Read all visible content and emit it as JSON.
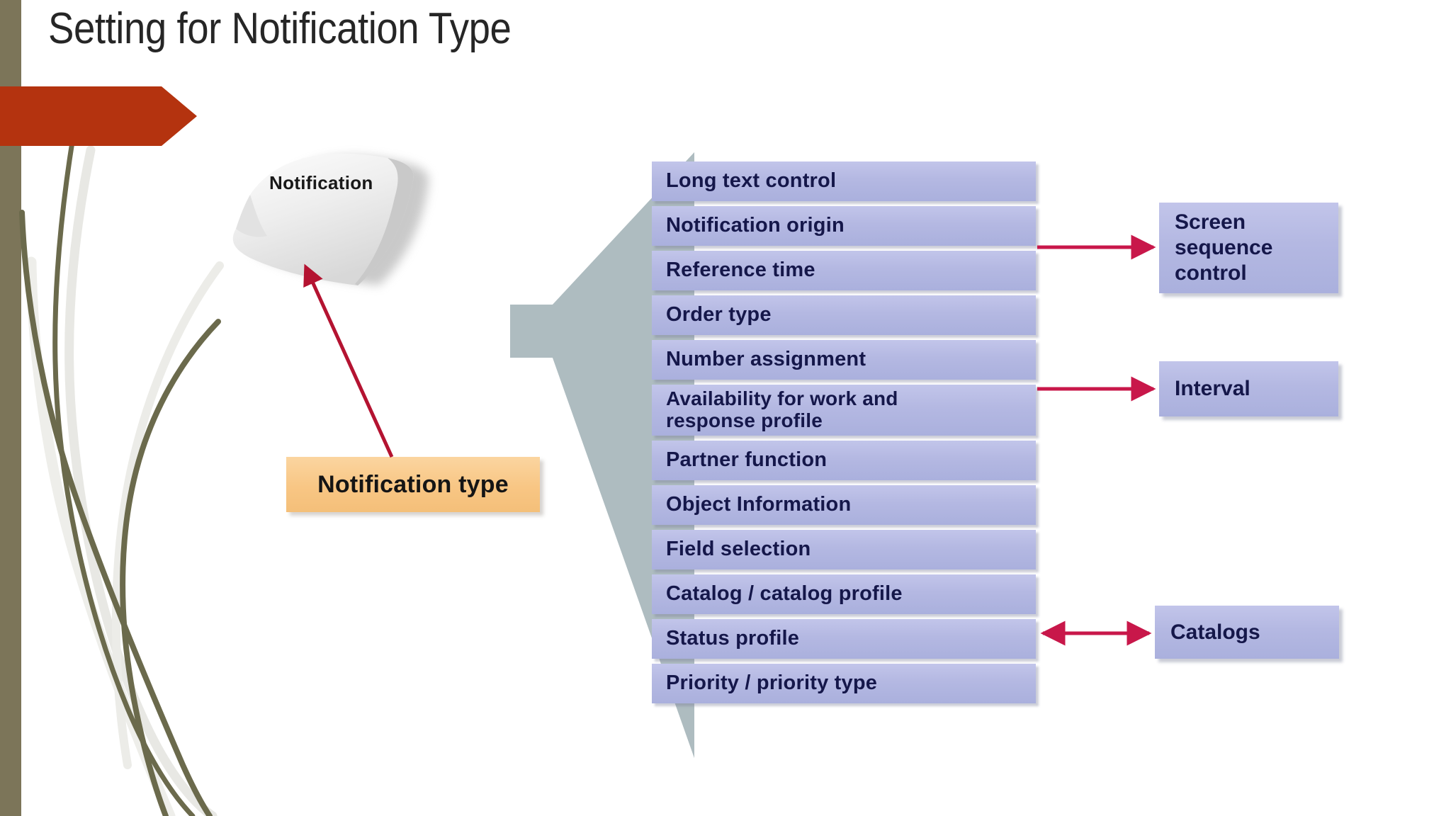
{
  "slide": {
    "title": "Setting for Notification Type",
    "background_color": "#ffffff"
  },
  "decor": {
    "left_bar_color": "#7c7559",
    "banner_color": "#b4330f",
    "banner_name": "red-chevron-banner",
    "grass_dark_color": "#6b6a4c",
    "grass_light_color": "#e6e6e2"
  },
  "diagram": {
    "source_node": {
      "label": "Notification",
      "shape": "paper-sheet"
    },
    "key_node": {
      "label": "Notification type",
      "fill": "#f8c684",
      "text_color": "#151515"
    },
    "chevron": {
      "fill": "#aebcc0",
      "name": "grey-chevron-arrow"
    },
    "settings_color": "#b4b8e2",
    "settings_text_color": "#15174a",
    "settings": [
      {
        "label": "Long text control",
        "lines": 1
      },
      {
        "label": "Notification origin",
        "lines": 1
      },
      {
        "label": "Reference time",
        "lines": 1
      },
      {
        "label": "Order type",
        "lines": 1
      },
      {
        "label": "Number assignment",
        "lines": 1
      },
      {
        "label": "Availability for work and\nresponse profile",
        "lines": 2
      },
      {
        "label": "Partner function",
        "lines": 1
      },
      {
        "label": "Object Information",
        "lines": 1
      },
      {
        "label": "Field selection",
        "lines": 1
      },
      {
        "label": "Catalog / catalog profile",
        "lines": 1
      },
      {
        "label": "Status profile",
        "lines": 1
      },
      {
        "label": "Priority / priority type",
        "lines": 1
      }
    ],
    "targets": [
      {
        "label": "Screen\nsequence\ncontrol",
        "from": "Notification origin",
        "arrow": "single-right"
      },
      {
        "label": "Interval",
        "from": "Number assignment",
        "arrow": "single-right"
      },
      {
        "label": "Catalogs",
        "from": "Catalog / catalog profile",
        "arrow": "double"
      }
    ],
    "arrow_color": "#c8174a",
    "pointer_arrow_color": "#b41331"
  }
}
